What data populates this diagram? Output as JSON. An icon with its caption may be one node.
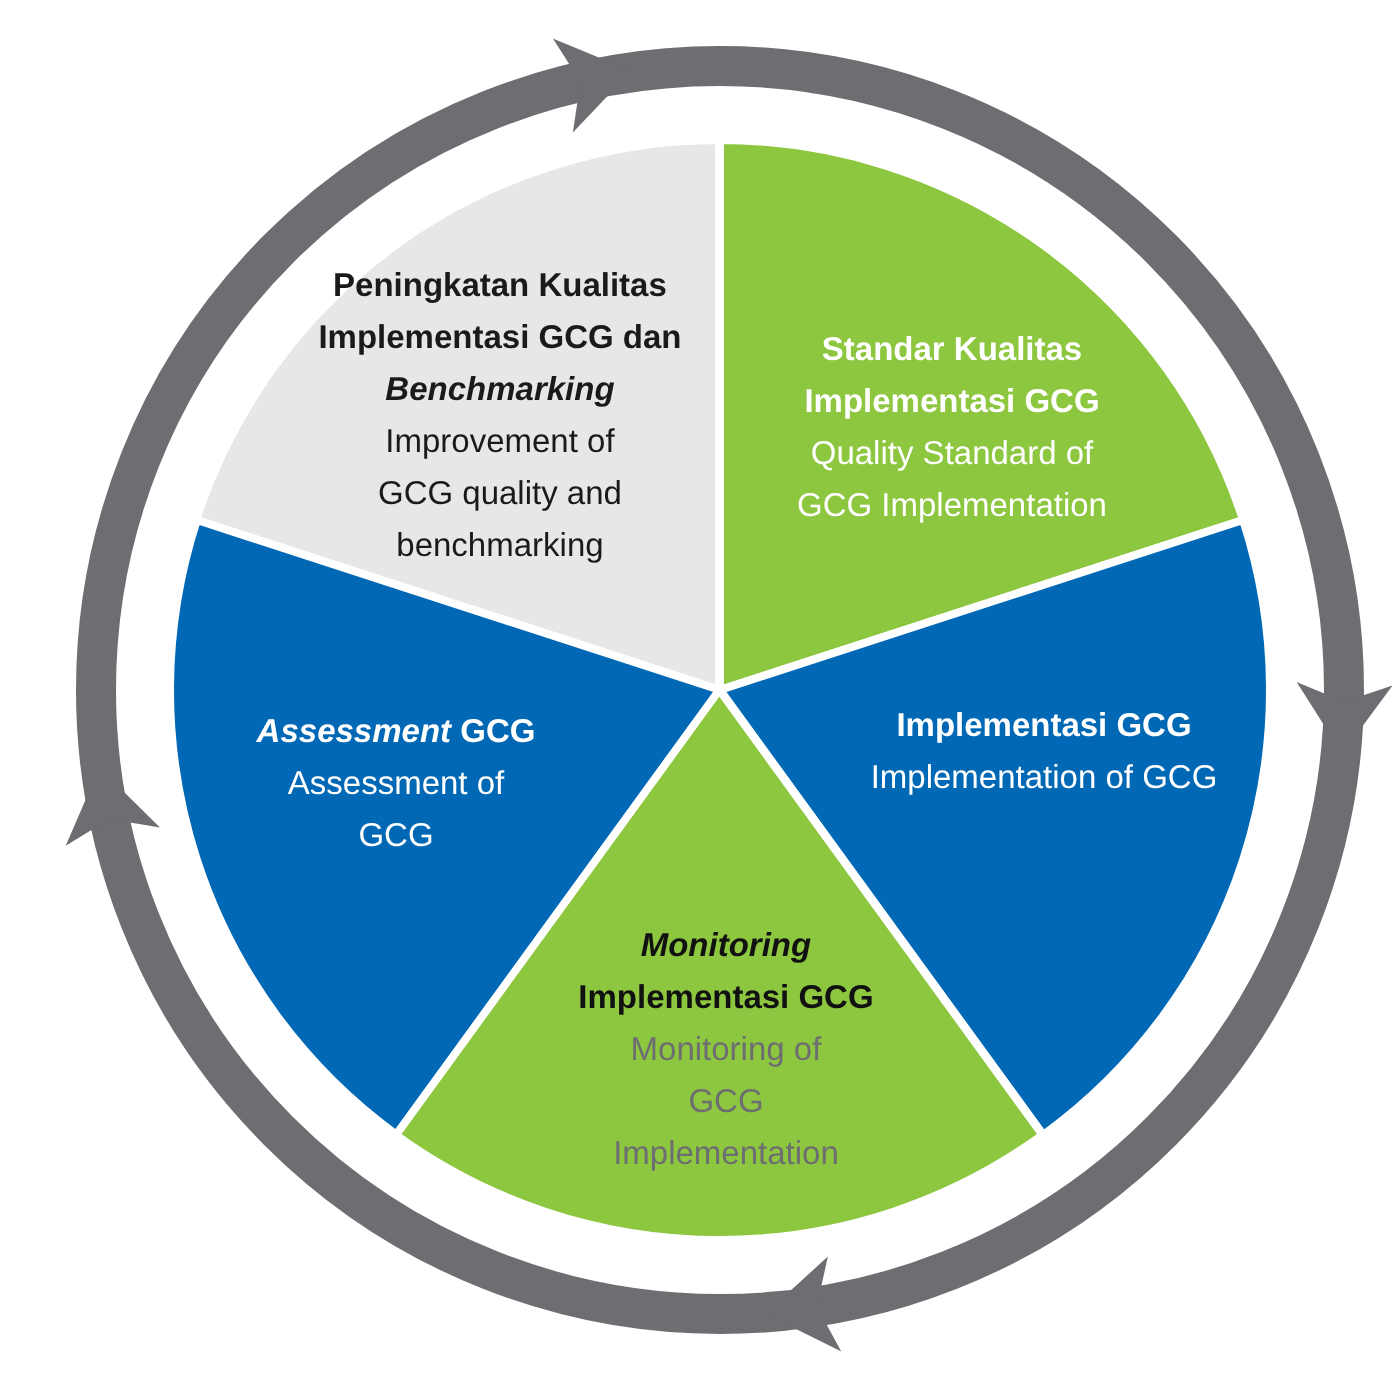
{
  "diagram": {
    "nodes": [
      {
        "text": [
          "Peningkatan Kualitas Implementasi GCG dan *Benchmarking*",
          "Improvement of GCG quality and benchmarking"
        ]
      },
      {
        "text": [
          "Standar Kualitas Implementasi GCG",
          "Quality Standard of GCG Implementation"
        ]
      },
      {
        "text": [
          "Implementasi GCG",
          "Implementation of GCG"
        ]
      },
      {
        "text": [
          "*Assessment* GCG",
          "Assessment of GCG"
        ]
      },
      {
        "text": [
          "*Monitoring* Implementasi GCG",
          "Monitoring of GCG Implementation"
        ]
      }
    ]
  }
}
